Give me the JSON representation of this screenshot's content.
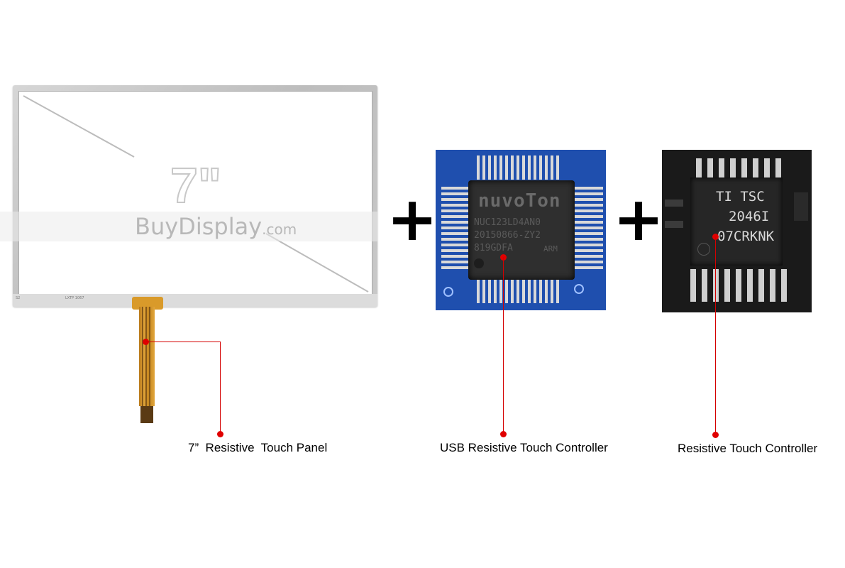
{
  "panel": {
    "size": "7\"",
    "logo_buy": "Buy",
    "logo_display": "Display",
    "logo_suffix": ".com",
    "small_left": "S2",
    "small_mid": "LXTP 1067"
  },
  "plus_1": "+",
  "plus_2": "+",
  "chip1": {
    "brand": "nuvoTon",
    "line1": "NUC123LD4AN0",
    "line2": "20150866-ZY2",
    "line3": "819GDFA",
    "line3b": "ARM"
  },
  "chip2": {
    "line1": "TI TSC",
    "line2": "2046I",
    "line3": "07CRKNK"
  },
  "labels": {
    "panel": "7”  Resistive  Touch Panel",
    "usb_controller": "USB Resistive Touch Controller",
    "controller": "Resistive Touch Controller"
  },
  "colors": {
    "callout": "#d40000",
    "pcb_blue": "#1f4fae"
  }
}
